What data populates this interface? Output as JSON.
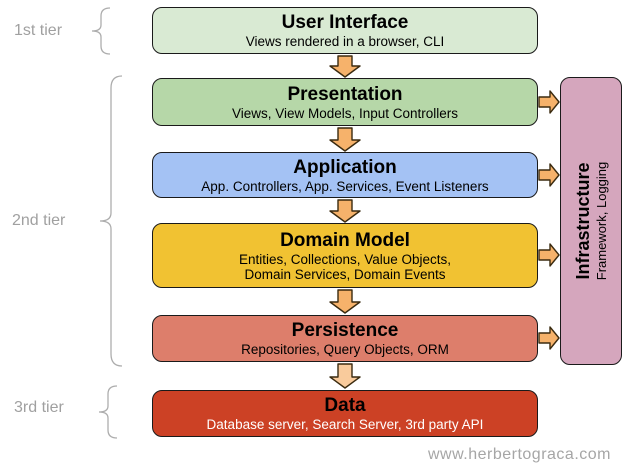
{
  "page": {
    "watermark": "www.herbertograca.com",
    "background": "#ffffff"
  },
  "tiers": [
    {
      "label": "1st tier"
    },
    {
      "label": "2nd tier"
    },
    {
      "label": "3rd tier"
    }
  ],
  "layers": [
    {
      "name": "user-interface",
      "title": "User Interface",
      "subtitle": "Views rendered in a browser, CLI",
      "bg": "#d9ead3"
    },
    {
      "name": "presentation",
      "title": "Presentation",
      "subtitle": "Views, View Models, Input Controllers",
      "bg": "#b6d7a8"
    },
    {
      "name": "application",
      "title": "Application",
      "subtitle": "App. Controllers, App. Services, Event Listeners",
      "bg": "#a4c2f4"
    },
    {
      "name": "domain-model",
      "title": "Domain Model",
      "subtitle": "Entities, Collections, Value Objects,",
      "subtitle2": "Domain Services, Domain Events",
      "bg": "#f1c232"
    },
    {
      "name": "persistence",
      "title": "Persistence",
      "subtitle": "Repositories, Query Objects, ORM",
      "bg": "#dd7e6b"
    },
    {
      "name": "data",
      "title": "Data",
      "subtitle": "Database server, Search Server, 3rd party API",
      "bg": "#cc4125",
      "subtitle_color": "#ffffff"
    }
  ],
  "infrastructure": {
    "title": "Infrastructure",
    "subtitle": "Framework, Logging",
    "bg": "#d5a6bd"
  },
  "arrows": {
    "fill": "#f6b26b",
    "fill_light": "#f9cb9c",
    "stroke": "#3b2b10"
  },
  "braces": {
    "stroke": "#adadad"
  }
}
